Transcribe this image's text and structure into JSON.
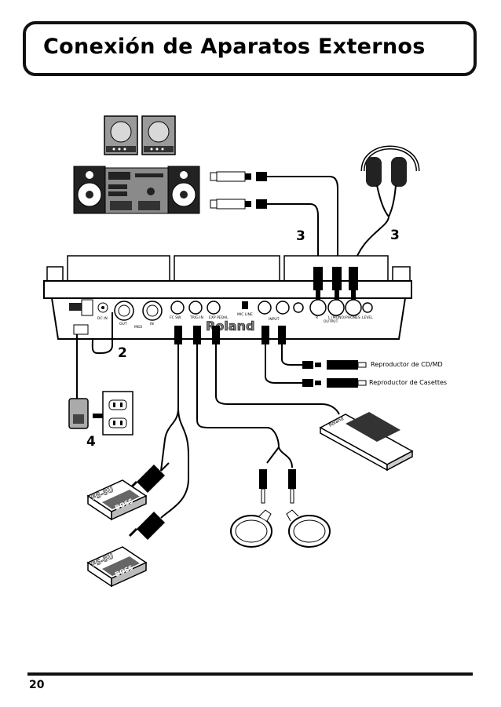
{
  "page": {
    "title": "Conexión de Aparatos Externos",
    "number": "20"
  },
  "callouts": {
    "n2": "2",
    "n3_left": "3",
    "n3_right": "3",
    "n4": "4"
  },
  "device_labels": {
    "cd_player": "Reproductor de CD/MD",
    "cassette_player": "Reproductor de Casettes",
    "brand": "Roland",
    "pad_brand": "Roland",
    "footswitch_model": "FS-5U",
    "footswitch_brand": "BOSS"
  },
  "panel_labels": {
    "dc_in": "DC IN",
    "midi_out": "OUT",
    "midi_in": "IN",
    "midi": "MIDI",
    "fc_sw": "FC SW",
    "trig": "TRIG IN",
    "ext_pedal": "EXP PEDAL",
    "mic_line": "MIC LINE",
    "input": "INPUT",
    "output": "OUTPUT",
    "output_r": "R",
    "output_l": "L (MONO)",
    "phones": "PHONES",
    "level": "LEVEL"
  }
}
